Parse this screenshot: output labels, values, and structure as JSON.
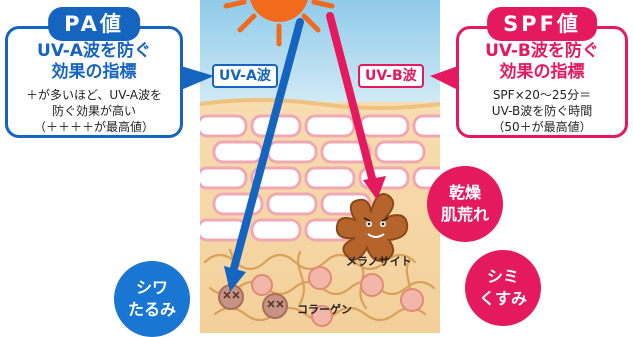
{
  "pa_box": {
    "title": "PA値",
    "subtitle_line1": "UV-A波を防ぐ",
    "subtitle_line2": "効果の指標",
    "desc_line1": "＋が多いほど、UV-A波を",
    "desc_line2": "防ぐ効果が高い",
    "desc_line3": "（＋＋＋＋が最高値）"
  },
  "spf_box": {
    "title": "SPF値",
    "subtitle_line1": "UV-B波を防ぐ",
    "subtitle_line2": "効果の指標",
    "desc_line1": "SPF×20～25分＝",
    "desc_line2": "UV-B波を防ぐ時間",
    "desc_line3": "（50＋が最高値）"
  },
  "rays": {
    "uva_label": "UV-A波",
    "uvb_label": "UV-B波"
  },
  "badges": {
    "dry_line1": "乾燥",
    "dry_line2": "肌荒れ",
    "wrinkle_line1": "シワ",
    "wrinkle_line2": "たるみ",
    "spot_line1": "シミ",
    "spot_line2": "くすみ"
  },
  "labels": {
    "melanocyte": "メラノサイト",
    "collagen": "コラーゲン"
  },
  "colors": {
    "uva_blue": "#1565c0",
    "uvb_pink": "#e51a5e",
    "sun": "#f26a1b",
    "skin": "#f7d9a8",
    "sky": "#a9d6ef"
  }
}
